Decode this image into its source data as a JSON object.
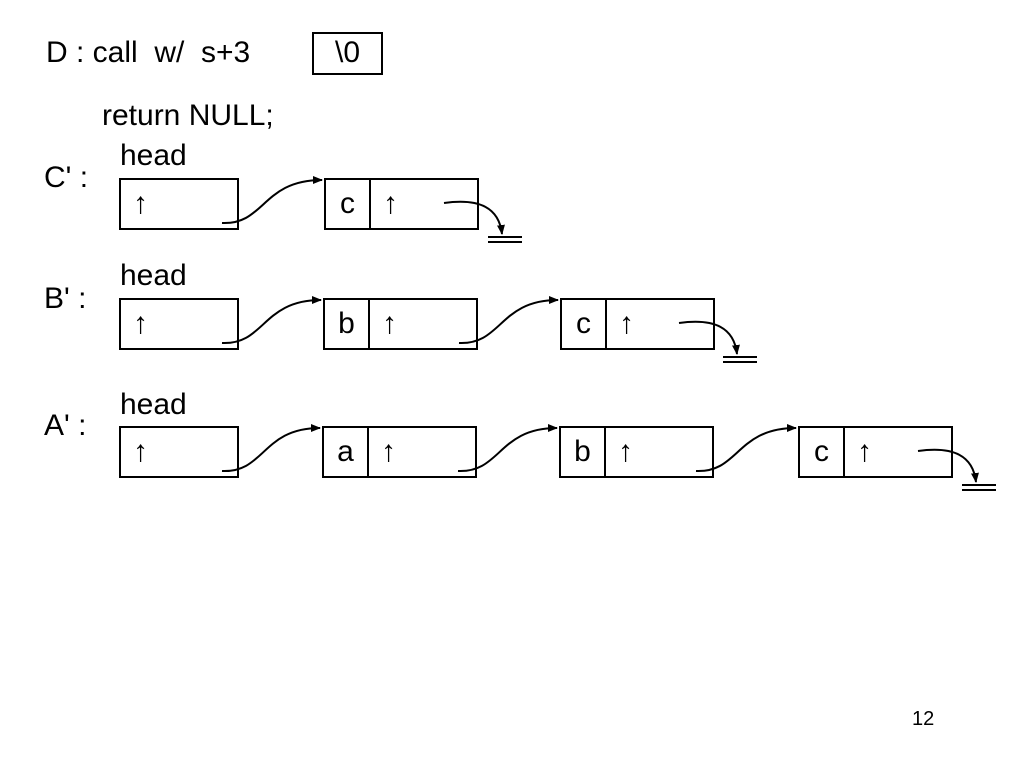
{
  "slide": {
    "d_line": "D : call  w/  s+3",
    "null_char": "\\0",
    "return_line": "return NULL;",
    "page_number": "12"
  },
  "rows": [
    {
      "label": "C' :",
      "head_label": "head",
      "head_symbol": "↑",
      "nodes": [
        {
          "data": "c",
          "ptr": "↑"
        }
      ]
    },
    {
      "label": "B' :",
      "head_label": "head",
      "head_symbol": "↑",
      "nodes": [
        {
          "data": "b",
          "ptr": "↑"
        },
        {
          "data": "c",
          "ptr": "↑"
        }
      ]
    },
    {
      "label": "A' :",
      "head_label": "head",
      "head_symbol": "↑",
      "nodes": [
        {
          "data": "a",
          "ptr": "↑"
        },
        {
          "data": "b",
          "ptr": "↑"
        },
        {
          "data": "c",
          "ptr": "↑"
        }
      ]
    }
  ]
}
